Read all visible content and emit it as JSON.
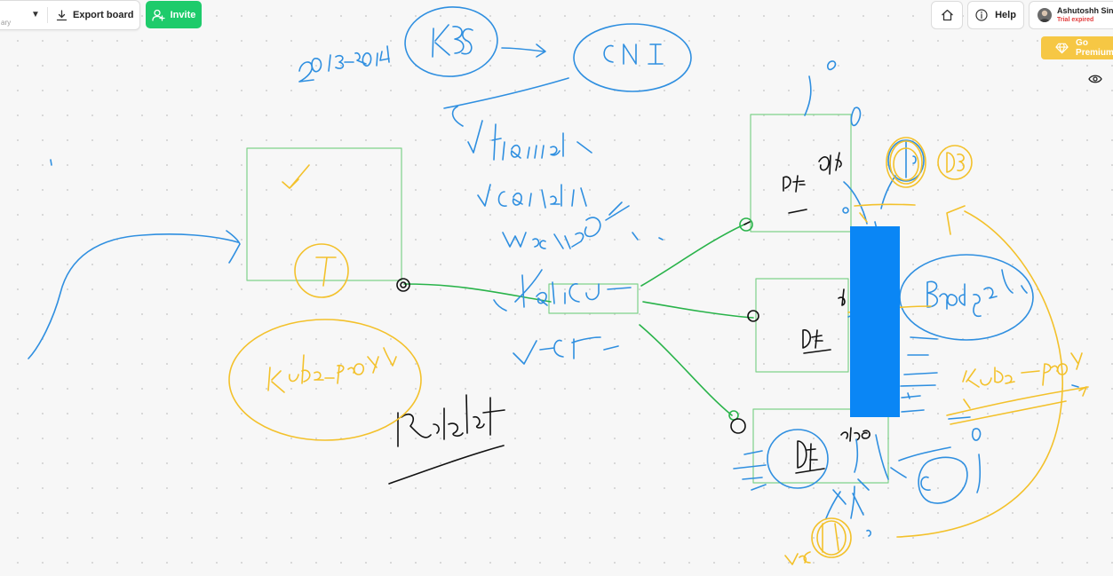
{
  "toolbar": {
    "board_name_fragment": "ary",
    "export_label": "Export board",
    "invite_label": "Invite",
    "help_label": "Help"
  },
  "user": {
    "name": "Ashutoshh Singh",
    "status": "Trial expired"
  },
  "premium": {
    "label": "Go Premium"
  },
  "colors": {
    "invite_bg": "#1ecb6b",
    "premium_bg": "#f6c744",
    "ink_blue": "#2f8fe0",
    "ink_yellow": "#f3c12b",
    "ink_green": "#29b34a",
    "ink_black": "#111111",
    "rect_blue": "#0a86f5"
  },
  "icons": [
    "chevron-down-icon",
    "download-icon",
    "add-user-icon",
    "home-icon",
    "info-icon",
    "diamond-icon",
    "eye-icon"
  ]
}
